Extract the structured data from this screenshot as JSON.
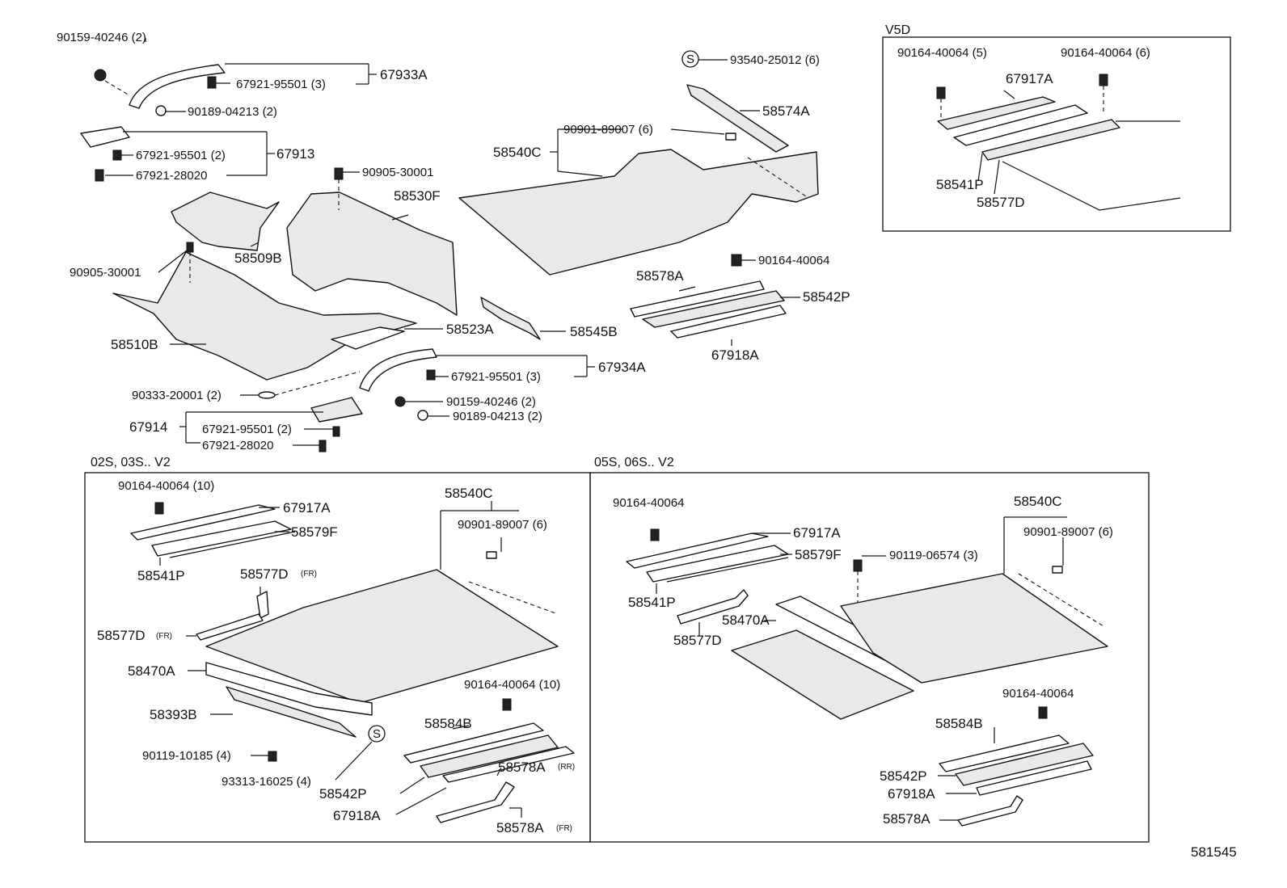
{
  "diagram_id": "581545",
  "sections": {
    "v5d": "V5D",
    "left": "02S, 03S.. V2",
    "right": "05S, 06S.. V2"
  },
  "labels": {
    "l_90159_40246_top": "90159-40246 (2)",
    "l_67921_95501_3_top": "67921-95501 (3)",
    "l_67933A": "67933A",
    "l_90189_04213_top": "90189-04213 (2)",
    "l_67921_95501_2_top": "67921-95501 (2)",
    "l_67913": "67913",
    "l_67921_28020_top": "67921-28020",
    "l_90905_30001_a": "90905-30001",
    "l_58530F": "58530F",
    "l_58509B": "58509B",
    "l_90905_30001_b": "90905-30001",
    "l_58510B": "58510B",
    "l_58523A": "58523A",
    "l_58545B": "58545B",
    "l_67921_95501_3_mid": "67921-95501 (3)",
    "l_67934A": "67934A",
    "l_90333_20001": "90333-20001 (2)",
    "l_90159_40246_mid": "90159-40246 (2)",
    "l_90189_04213_mid": "90189-04213 (2)",
    "l_67914": "67914",
    "l_67921_95501_2_bot": "67921-95501 (2)",
    "l_67921_28020_bot": "67921-28020",
    "l_93540_25012": "93540-25012 (6)",
    "l_58574A": "58574A",
    "l_90901_89007_top": "90901-89007 (6)",
    "l_58540C_top": "58540C",
    "l_90164_40064_top": "90164-40064",
    "l_58578A_top": "58578A",
    "l_58542P_top": "58542P",
    "l_67918A_top": "67918A",
    "v_90164_40064_5": "90164-40064 (5)",
    "v_90164_40064_6": "90164-40064 (6)",
    "v_67917A": "67917A",
    "v_58541P": "58541P",
    "v_58577D": "58577D",
    "a_90164_40064_10": "90164-40064 (10)",
    "a_67917A": "67917A",
    "a_58579F": "58579F",
    "a_58541P": "58541P",
    "a_58577D_1": "58577D",
    "a_fr1": "(FR)",
    "a_58577D_2": "58577D",
    "a_fr2": "(FR)",
    "a_58540C": "58540C",
    "a_90901_89007": "90901-89007 (6)",
    "a_58470A": "58470A",
    "a_58393B": "58393B",
    "a_90119_10185": "90119-10185 (4)",
    "a_93313_16025": "93313-16025 (4)",
    "a_58542P": "58542P",
    "a_67918A": "67918A",
    "a_58584B": "58584B",
    "a_90164_40064_10b": "90164-40064 (10)",
    "a_58578A_rr": "58578A",
    "a_rr": "(RR)",
    "a_58578A_fr": "58578A",
    "a_fr3": "(FR)",
    "b_90164_40064": "90164-40064",
    "b_67917A": "67917A",
    "b_58579F": "58579F",
    "b_90119_06574": "90119-06574 (3)",
    "b_58541P": "58541P",
    "b_58470A": "58470A",
    "b_58577D": "58577D",
    "b_58540C": "58540C",
    "b_90901_89007": "90901-89007 (6)",
    "b_90164_40064b": "90164-40064",
    "b_58584B": "58584B",
    "b_58542P": "58542P",
    "b_67918A": "67918A",
    "b_58578A": "58578A"
  },
  "symbols": {
    "s_mark": "S"
  }
}
